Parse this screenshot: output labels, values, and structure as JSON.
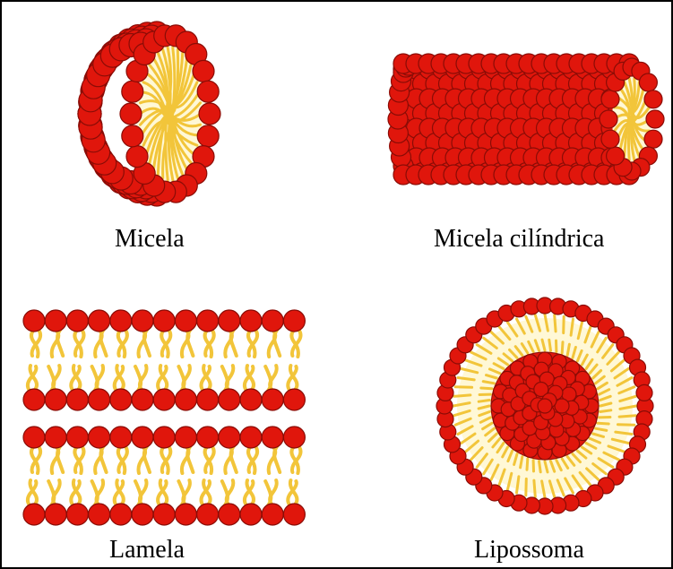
{
  "figure": {
    "colors": {
      "head": "#e0160c",
      "head_stroke": "#8a0c06",
      "tail": "#f2c53a",
      "tail_stroke": "#c89b12",
      "core": "#fff8d6",
      "border": "#000000"
    },
    "panels": [
      {
        "id": "micelle",
        "caption": "Micela"
      },
      {
        "id": "cylindrical-micelle",
        "caption": "Micela cilíndrica"
      },
      {
        "id": "lamella",
        "caption": "Lamela"
      },
      {
        "id": "liposome",
        "caption": "Lipossoma"
      }
    ]
  }
}
